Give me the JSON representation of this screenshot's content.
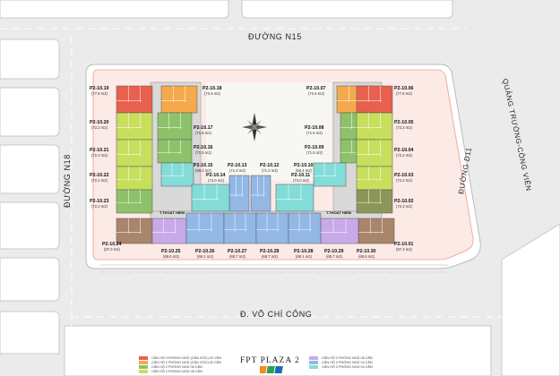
{
  "roads": {
    "north": "ĐƯỜNG N15",
    "west": "ĐƯỜNG N18",
    "east": "ĐƯỜNG D11",
    "south": "Đ. VÕ CHÍ CÔNG",
    "square": "QUẢNG TRƯỜNG-CÔNG VIÊN"
  },
  "stairs": [
    "T.THOÁT HIỂM",
    "T.THOÁT HIỂM"
  ],
  "brand": {
    "title": "FPT PLAZA 2"
  },
  "colors": {
    "red": "#e8604e",
    "orange": "#f5a94c",
    "green": "#8ec26a",
    "lime": "#c7df5d",
    "cyan": "#84dcd9",
    "blue": "#93b8e6",
    "purple": "#c8a9e9",
    "brown": "#a9856b",
    "olive": "#8b9659",
    "site": "#f6d6cf",
    "court": "#f7f7f4"
  },
  "units": [
    {
      "code": "P2-10.19",
      "area": "(77.8 m2)"
    },
    {
      "code": "P2-10.18",
      "area": "(72.5 m2)"
    },
    {
      "code": "P2-10.07",
      "area": "(72.5 m2)"
    },
    {
      "code": "P2-10.06",
      "area": "(77.8 m2)"
    },
    {
      "code": "P2-10.20",
      "area": "(72.2 m2)"
    },
    {
      "code": "P2-10.17",
      "area": "(71.6 m2)"
    },
    {
      "code": "P2-10.08",
      "area": "(71.6 m2)"
    },
    {
      "code": "P2-10.05",
      "area": "(72.2 m2)"
    },
    {
      "code": "P2-10.21",
      "area": "(72.2 m2)"
    },
    {
      "code": "P2-10.16",
      "area": "(71.5 m2)"
    },
    {
      "code": "P2-10.09",
      "area": "(71.5 m2)"
    },
    {
      "code": "P2-10.04",
      "area": "(72.2 m2)"
    },
    {
      "code": "P2-10.22",
      "area": "(72.2 m2)"
    },
    {
      "code": "P2-10.15",
      "area": "(66.4 m2)"
    },
    {
      "code": "P2-10.13",
      "area": "(71.3 m2)"
    },
    {
      "code": "P2-10.12",
      "area": "(71.2 m2)"
    },
    {
      "code": "P2-10.10",
      "area": "(66.4 m2)"
    },
    {
      "code": "P2-10.03",
      "area": "(72.2 m2)"
    },
    {
      "code": "P2-10.14",
      "area": "(74.0 m2)"
    },
    {
      "code": "P2-10.11",
      "area": "(74.0 m2)"
    },
    {
      "code": "P2-10.23",
      "area": "(72.3 m2)"
    },
    {
      "code": "P2-10.02",
      "area": "(72.3 m2)"
    },
    {
      "code": "P2-10.24",
      "area": "(87.3 m2)"
    },
    {
      "code": "P2-10.01",
      "area": "(87.3 m2)"
    },
    {
      "code": "P2-10.25",
      "area": "(68.6 m2)"
    },
    {
      "code": "P2-10.26",
      "area": "(68.1 m2)"
    },
    {
      "code": "P2-10.27",
      "area": "(68.7 m2)"
    },
    {
      "code": "P2-10.28",
      "area": "(68.7 m2)"
    },
    {
      "code": "P2-10.28",
      "area": "(68.1 m2)"
    },
    {
      "code": "P2-10.29",
      "area": "(68.7 m2)"
    },
    {
      "code": "P2-10.30",
      "area": "(68.6 m2)"
    }
  ],
  "legend": [
    {
      "color": "red",
      "label": "CĂN HỘ 3 PHÒNG NGỦ (CĂN GÓC) 02 CĂN"
    },
    {
      "color": "orange",
      "label": "CĂN HỘ 2 PHÒNG NGỦ (CĂN GÓC) 02 CĂN"
    },
    {
      "color": "green",
      "label": "CĂN HỘ 2 PHÒNG NGỦ 06 CĂN"
    },
    {
      "color": "lime",
      "label": "CĂN HỘ 2 PHÒNG NGỦ 06 CĂN"
    },
    {
      "color": "purple",
      "label": "CĂN HỘ 2 PHÒNG NGỦ 06 CĂN"
    },
    {
      "color": "blue",
      "label": "CĂN HỘ 2 PHÒNG NGỦ 04 CĂN"
    },
    {
      "color": "cyan",
      "label": "CĂN HỘ 2 PHÒNG NGỦ 04 CĂN"
    }
  ]
}
